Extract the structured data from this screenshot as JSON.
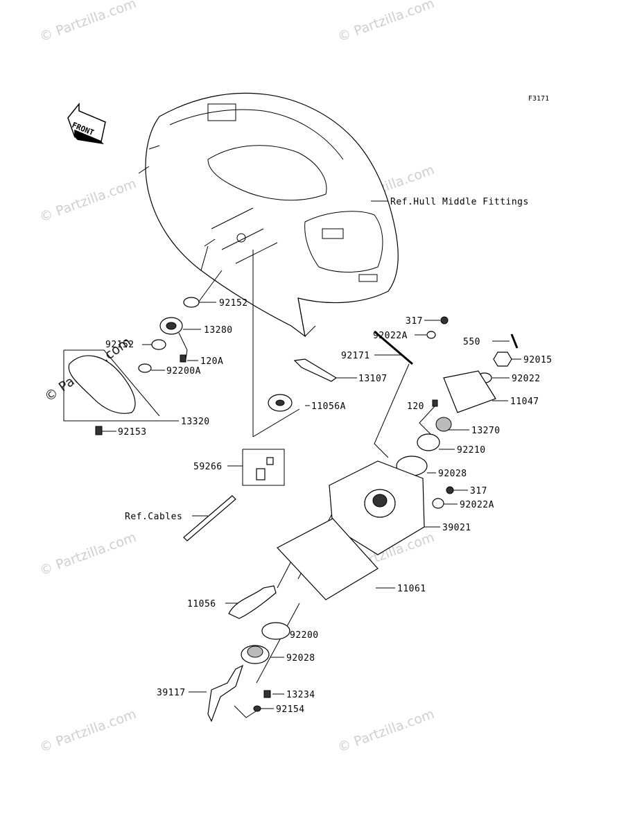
{
  "diagram_code": "F3171",
  "front_label": "FRONT",
  "watermark": "© Partzilla.com",
  "watermark_dark": "© Partzilla.com",
  "references": {
    "hull": "Ref.Hull Middle Fittings",
    "cables": "Ref.Cables"
  },
  "callouts": {
    "p92152a": "92152",
    "p13280": "13280",
    "p92152b": "92152",
    "p120a": "120A",
    "p92200a": "92200A",
    "p13320": "13320",
    "p92153": "92153",
    "p13107": "13107",
    "p11056a": "11056A",
    "p59266": "59266",
    "p317a": "317",
    "p92022a_1": "92022A",
    "p92171": "92171",
    "p550": "550",
    "p92015": "92015",
    "p92022": "92022",
    "p11047": "11047",
    "p120": "120",
    "p13270": "13270",
    "p92210": "92210",
    "p92028a": "92028",
    "p317b": "317",
    "p92022a_2": "92022A",
    "p39021": "39021",
    "p11061": "11061",
    "p11056": "11056",
    "p92200": "92200",
    "p92028b": "92028",
    "p39117": "39117",
    "p13234": "13234",
    "p92154": "92154"
  }
}
